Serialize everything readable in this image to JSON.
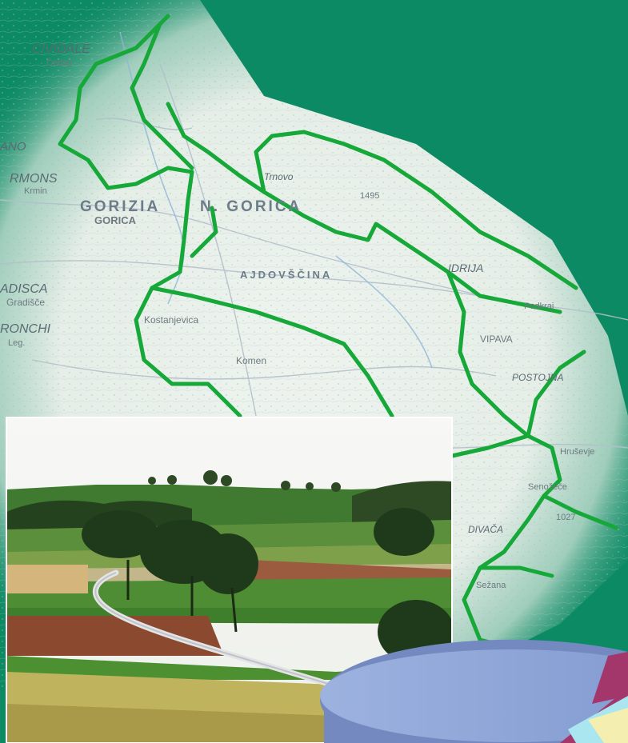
{
  "map": {
    "place_labels": [
      {
        "id": "cividale",
        "text": "CIVIDALE"
      },
      {
        "id": "cedad",
        "text": "Čedad"
      },
      {
        "id": "ano",
        "text": "ANO"
      },
      {
        "id": "cormons",
        "text": "RMONS"
      },
      {
        "id": "krmin",
        "text": "Krmin"
      },
      {
        "id": "gorizia",
        "text": "GORIZIA"
      },
      {
        "id": "n-gorica",
        "text": "N. GORICA"
      },
      {
        "id": "gorica",
        "text": "GORICA"
      },
      {
        "id": "trnovo",
        "text": "Trnovo"
      },
      {
        "id": "elev-1495",
        "text": "1495"
      },
      {
        "id": "gradisca",
        "text": "ADISCA"
      },
      {
        "id": "gradisce",
        "text": "Gradišče"
      },
      {
        "id": "ronchi",
        "text": "RONCHI"
      },
      {
        "id": "ronchi-leg",
        "text": "Leg."
      },
      {
        "id": "kostanjevica",
        "text": "Kostanjevica"
      },
      {
        "id": "komen",
        "text": "Komen"
      },
      {
        "id": "ajdovscina",
        "text": "AJDOVŠČINA"
      },
      {
        "id": "vipava",
        "text": "VIPAVA"
      },
      {
        "id": "podkraj",
        "text": "Podkraj"
      },
      {
        "id": "idrija",
        "text": "IDRIJA"
      },
      {
        "id": "postojna",
        "text": "POSTOJNA"
      },
      {
        "id": "hrusevje",
        "text": "Hruševje"
      },
      {
        "id": "elev-1027",
        "text": "1027"
      },
      {
        "id": "senozece",
        "text": "Senožeče"
      },
      {
        "id": "divaca",
        "text": "DIVAČA"
      },
      {
        "id": "sezana",
        "text": "Sežana"
      }
    ]
  },
  "colors": {
    "background_green": "#0b8a63",
    "border_green": "#16a838",
    "map_paper": "#e9efe9",
    "pie_blue": "#8aa3d6",
    "pie_magenta": "#a3366a",
    "pie_cream": "#f4efb0",
    "pie_cyan": "#a9e6ef"
  },
  "photo": {
    "description_icon": "landscape-photo"
  }
}
